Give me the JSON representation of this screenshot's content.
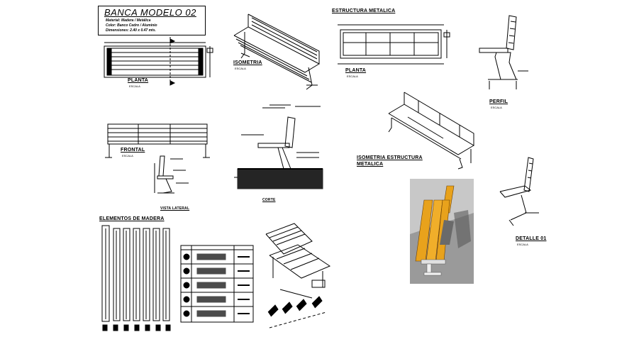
{
  "title": {
    "main": "BANCA MODELO 02",
    "material": "Material: Madera / Metálica",
    "color": "Color: Banco Cedro / Aluminio",
    "dimensions": "Dimensiones: 2.40 x 0.47 mts."
  },
  "labels": {
    "planta": "PLANTA",
    "isometria": "ISOMETRIA",
    "estructura_metalica": "ESTRUCTURA METALICA",
    "planta_estructura": "PLANTA",
    "perfil": "PERFIL",
    "frontal": "FRONTAL",
    "corte": "CORTE",
    "vista_lateral": "VISTA LATERAL",
    "isometria_estructura": "ISOMETRIA ESTRUCTURA METALICA",
    "elementos_madera": "ELEMENTOS DE MADERA",
    "detalle": "DETALLE 01",
    "escala": "ESCALA"
  },
  "colors": {
    "line": "#000000",
    "wood": "#e8a21c",
    "wood_dark": "#b87010",
    "render_bg": "#c8c8c8",
    "render_floor": "#9a9a9a",
    "metal": "#e0e0e0"
  }
}
